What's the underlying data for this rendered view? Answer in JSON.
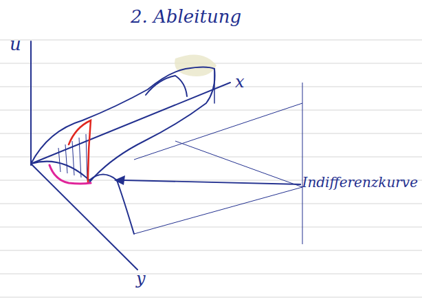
{
  "diagram": {
    "title": "2. Ableitung",
    "labels": [
      "u",
      "x",
      "y",
      "Indifferenzkurve"
    ]
  }
}
